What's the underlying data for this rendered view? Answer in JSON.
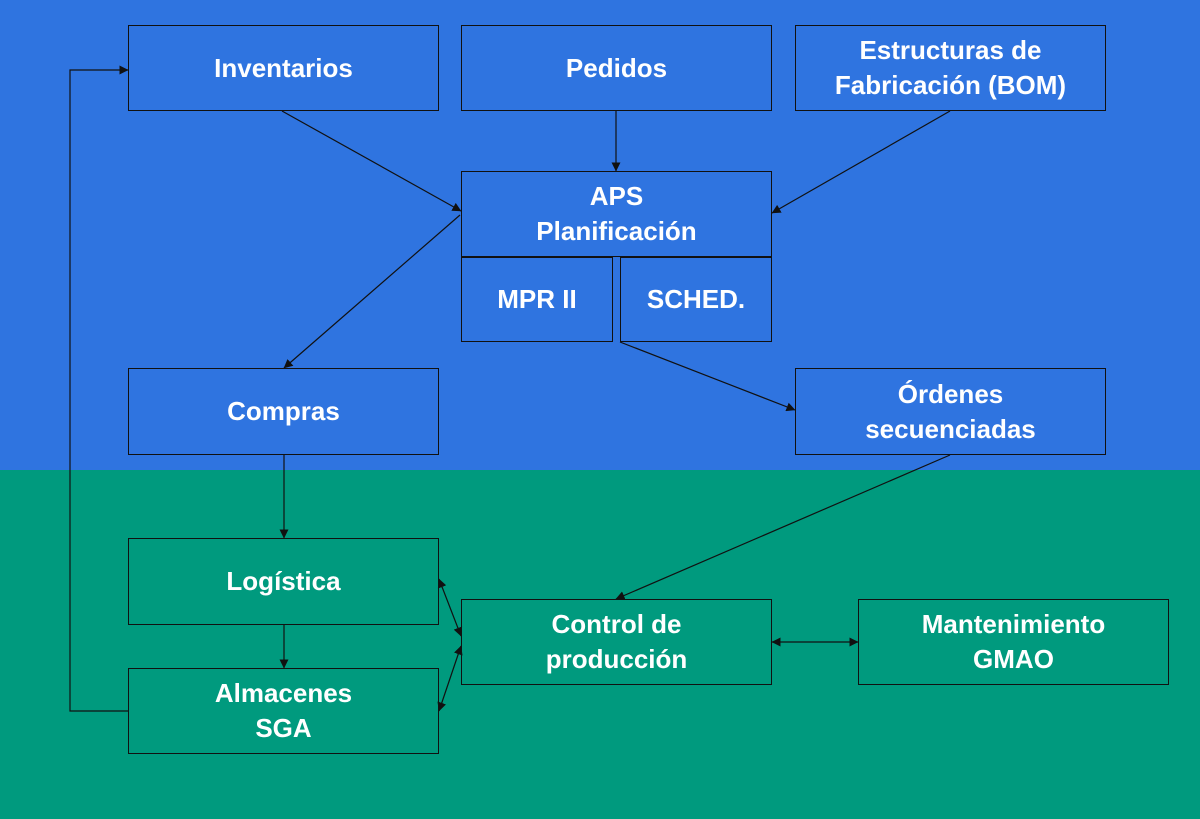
{
  "colors": {
    "top_band": "#2f74e0",
    "bottom_band": "#009a7e",
    "stroke": "#111111",
    "text": "#ffffff"
  },
  "nodes": {
    "inventarios": {
      "lines": [
        "Inventarios"
      ]
    },
    "pedidos": {
      "lines": [
        "Pedidos"
      ]
    },
    "bom": {
      "lines": [
        "Estructuras de",
        "Fabricación (BOM)"
      ]
    },
    "aps": {
      "lines": [
        "APS",
        "Planificación"
      ]
    },
    "mpr": {
      "lines": [
        "MPR II"
      ]
    },
    "sched": {
      "lines": [
        "SCHED."
      ]
    },
    "compras": {
      "lines": [
        "Compras"
      ]
    },
    "ordenes": {
      "lines": [
        "Órdenes",
        "secuenciadas"
      ]
    },
    "logistica": {
      "lines": [
        "Logística"
      ]
    },
    "almacenes": {
      "lines": [
        "Almacenes",
        "SGA"
      ]
    },
    "control": {
      "lines": [
        "Control de",
        "producción"
      ]
    },
    "mantenimiento": {
      "lines": [
        "Mantenimiento",
        "GMAO"
      ]
    }
  }
}
